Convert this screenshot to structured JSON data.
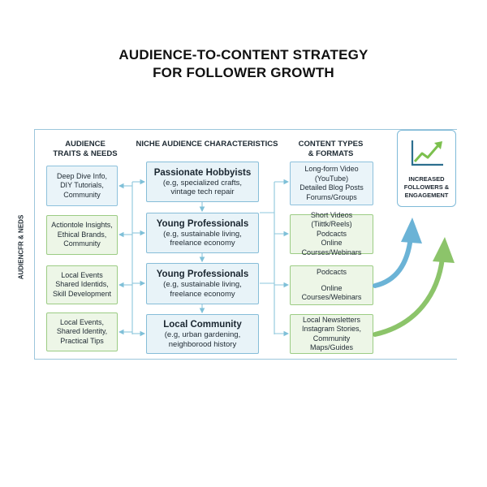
{
  "title_line1": "AUDIENCE-TO-CONTENT STRATEGY",
  "title_line2": "FOR FOLLOWER GROWTH",
  "headers": {
    "left_line1": "AUDIENCE",
    "left_line2": "TRAITS & NEEDS",
    "middle": "NICHE AUDIENCE CHARACTERISTICS",
    "right_line1": "CONTENT TYPES",
    "right_line2": "& FORMATS"
  },
  "side_label": "AUDIENCFR & NEDS",
  "traits": [
    {
      "lines": [
        "Deep Dive Info,",
        "DIY Tutorials,",
        "Community"
      ],
      "color": "blue"
    },
    {
      "lines": [
        "Actiontole Insights,",
        "Ethical Brands,",
        "Community"
      ],
      "color": "green"
    },
    {
      "lines": [
        "Local Events",
        "Shared Identids,",
        "Skill Development"
      ],
      "color": "green"
    },
    {
      "lines": [
        "Local Events,",
        "Shared Identity,",
        "Practical Tips"
      ],
      "color": "green"
    }
  ],
  "niches": [
    {
      "name": "Passionate Hobbyists",
      "lines": [
        "(e.g, specialized crafts,",
        "vintage tech repair"
      ]
    },
    {
      "name": "Young Professionals",
      "lines": [
        "(e.g, sustainable living,",
        "freelance economy"
      ]
    },
    {
      "name": "Young Professionals",
      "lines": [
        "(e.g, sustainable living,",
        "freelance economy"
      ]
    },
    {
      "name": "Local Community",
      "lines": [
        "(e.g, urban gardening,",
        "neighborood history"
      ]
    }
  ],
  "content": [
    {
      "lines": [
        "Long-form Video",
        "(YouTube)",
        "Detailed Blog Posts",
        "Forums/Groups"
      ],
      "color": "blue"
    },
    {
      "lines": [
        "Short Videos (Tiittk/Reels)",
        "Podcacts",
        "Online Courses/Webinars"
      ],
      "color": "green"
    },
    {
      "lines": [
        "Podcacts",
        "",
        "Online Courses/Webinars"
      ],
      "color": "green"
    },
    {
      "lines": [
        "Local Newsletters",
        "Instagram Stories,",
        "Community Maps/Guides"
      ],
      "color": "green"
    }
  ],
  "outcome": {
    "line1": "INCREASED",
    "line2": "FOLLOWERS &",
    "line3": "ENGAGEMENT",
    "icon": "trend-up-chart-icon"
  },
  "colors": {
    "blue_accent": "#6bb3d6",
    "green_accent": "#8cc46a",
    "connector": "#7fc0d8"
  }
}
